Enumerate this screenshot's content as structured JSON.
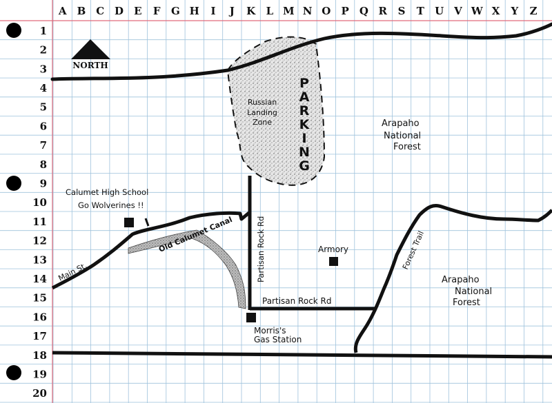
{
  "grid": {
    "columns": [
      "A",
      "B",
      "C",
      "D",
      "E",
      "F",
      "G",
      "H",
      "I",
      "J",
      "K",
      "L",
      "M",
      "N",
      "O",
      "P",
      "Q",
      "R",
      "S",
      "T",
      "U",
      "V",
      "W",
      "X",
      "Y",
      "Z"
    ],
    "rows": [
      "1",
      "2",
      "3",
      "4",
      "5",
      "6",
      "7",
      "8",
      "9",
      "10",
      "11",
      "12",
      "13",
      "14",
      "15",
      "16",
      "17",
      "18",
      "19",
      "20"
    ]
  },
  "compass": {
    "label": "NORTH"
  },
  "labels": {
    "parking": [
      "P",
      "A",
      "R",
      "K",
      "I",
      "N",
      "G"
    ],
    "landing_zone": [
      "Russian",
      "Landing",
      "Zone"
    ],
    "forest_top": [
      "Arapaho",
      "National",
      "Forest"
    ],
    "forest_bottom": [
      "Arapaho",
      "National",
      "Forest"
    ],
    "school": [
      "Calumet High School",
      "Go Wolverines !!"
    ],
    "main_st": "Main St.",
    "canal": "Old Calumet Canal",
    "partisan_vertical": "Partisan Rock Rd",
    "partisan_horizontal": "Partisan Rock Rd",
    "armory": "Armory",
    "gas_station": [
      "Morris's",
      "Gas Station"
    ],
    "forest_trail": "Forest Trail"
  },
  "colors": {
    "grid_line": "#9ec2dc",
    "margin_line": "#e06a7a",
    "ink": "#111111"
  }
}
